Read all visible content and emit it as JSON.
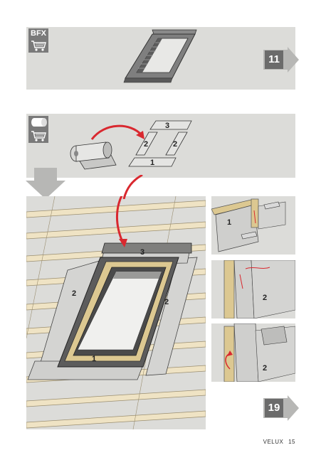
{
  "step1": {
    "icon_label": "BFX",
    "step_number": "11",
    "colors": {
      "band": "#dcdcd9",
      "arrow": "#b7b7b5"
    }
  },
  "step2": {
    "labels": {
      "top": "3",
      "left": "2",
      "right": "2",
      "bottom": "1"
    },
    "colors": {
      "band": "#dcdcd9",
      "red_arrow": "#d9282f"
    }
  },
  "main_view": {
    "labels": {
      "top": "3",
      "left": "2",
      "right": "2",
      "bottom": "1"
    }
  },
  "details": [
    {
      "label": "1"
    },
    {
      "label": "2"
    },
    {
      "label": "2"
    }
  ],
  "step3": {
    "step_number": "19"
  },
  "footer": {
    "brand": "VELUX",
    "page": "15"
  }
}
